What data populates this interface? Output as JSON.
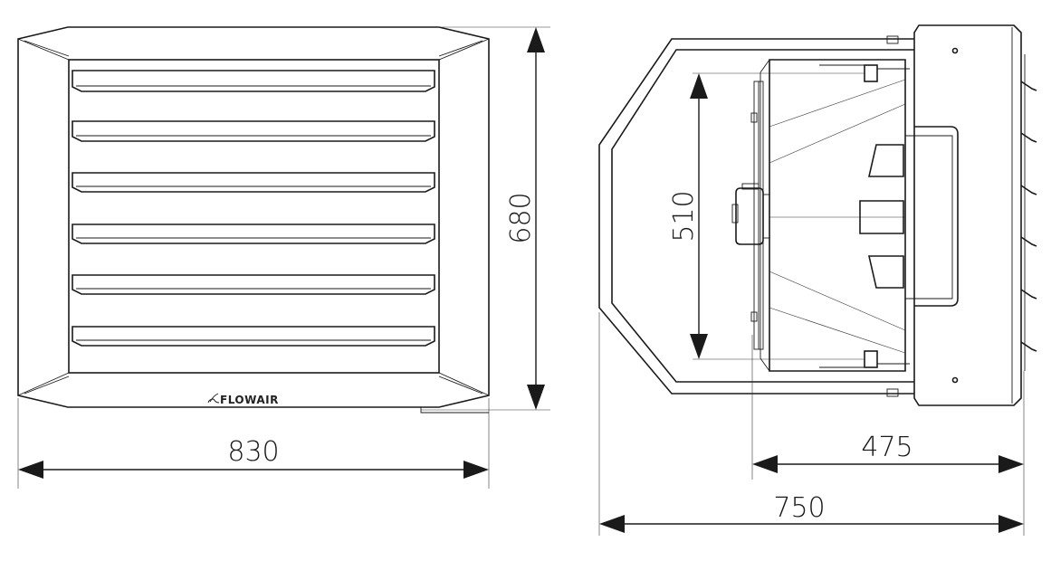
{
  "front_view": {
    "brand_logo": "FLOWAIR",
    "louver_count": 6,
    "dim_width": "830",
    "dim_height": "680"
  },
  "side_view": {
    "dim_fan_height": "510",
    "dim_body_depth": "475",
    "dim_total_depth": "750"
  }
}
